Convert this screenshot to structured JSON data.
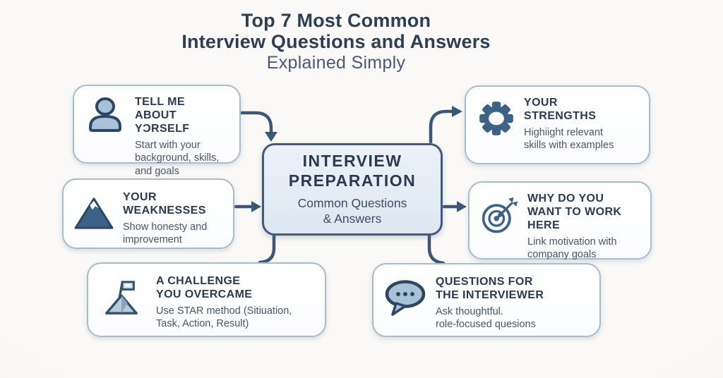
{
  "header": {
    "title_line1": "Top 7 Most Common",
    "title_line2": "Interview Questions and Answers",
    "subtitle": "Explained Simply"
  },
  "center": {
    "title": "INTERVIEW\nPREPARATION",
    "subtitle": "Common Questions\n& Answers"
  },
  "cards": [
    {
      "id": "tell-me-about-yourself",
      "icon": "person-icon",
      "title": "TELL ME\nABOUT YƆRSELF",
      "body": "Start with your\nbackground, skills,\nand goals"
    },
    {
      "id": "your-weaknesses",
      "icon": "mountain-icon",
      "title": "YOUR\nWEAKNESSES",
      "body": "Show honesty and\nimprovement"
    },
    {
      "id": "a-challenge-you-overcame",
      "icon": "flag-mountain-icon",
      "title": "A CHALLENGE\nYOU OVERCAME",
      "body": "Use STAR method (Sitiuation,\nTask, Action, Result)"
    },
    {
      "id": "your-strengths",
      "icon": "gear-icon",
      "title": "YOUR\nSTRENGTHS",
      "body": "Highiight relevant\nskills with examples"
    },
    {
      "id": "why-do-you-want-to-work-here",
      "icon": "target-icon",
      "title": "WHY DO YOU\nWANT TO WORK\nHERE",
      "body": "Link motivation with\ncompany goals"
    },
    {
      "id": "questions-for-the-interviewer",
      "icon": "speech-bubble-icon",
      "title": "QUESTIONS FOR\nTHE INTERVIEWER",
      "body": "Ask thoughtful.\nrole-focused quesions"
    }
  ],
  "colors": {
    "background": "#f6f4f1",
    "card_background": "#ffffff",
    "card_border": "#a8bccf",
    "center_fill": "#e4ecf5",
    "center_border": "#44597a",
    "accent_icon_blue": "#3e6286",
    "icon_light_fill": "#a9c2d8",
    "icon_outline": "#2c4763",
    "connector": "#3c5677",
    "title_text": "#2d3e55",
    "body_text": "#4a5568"
  }
}
